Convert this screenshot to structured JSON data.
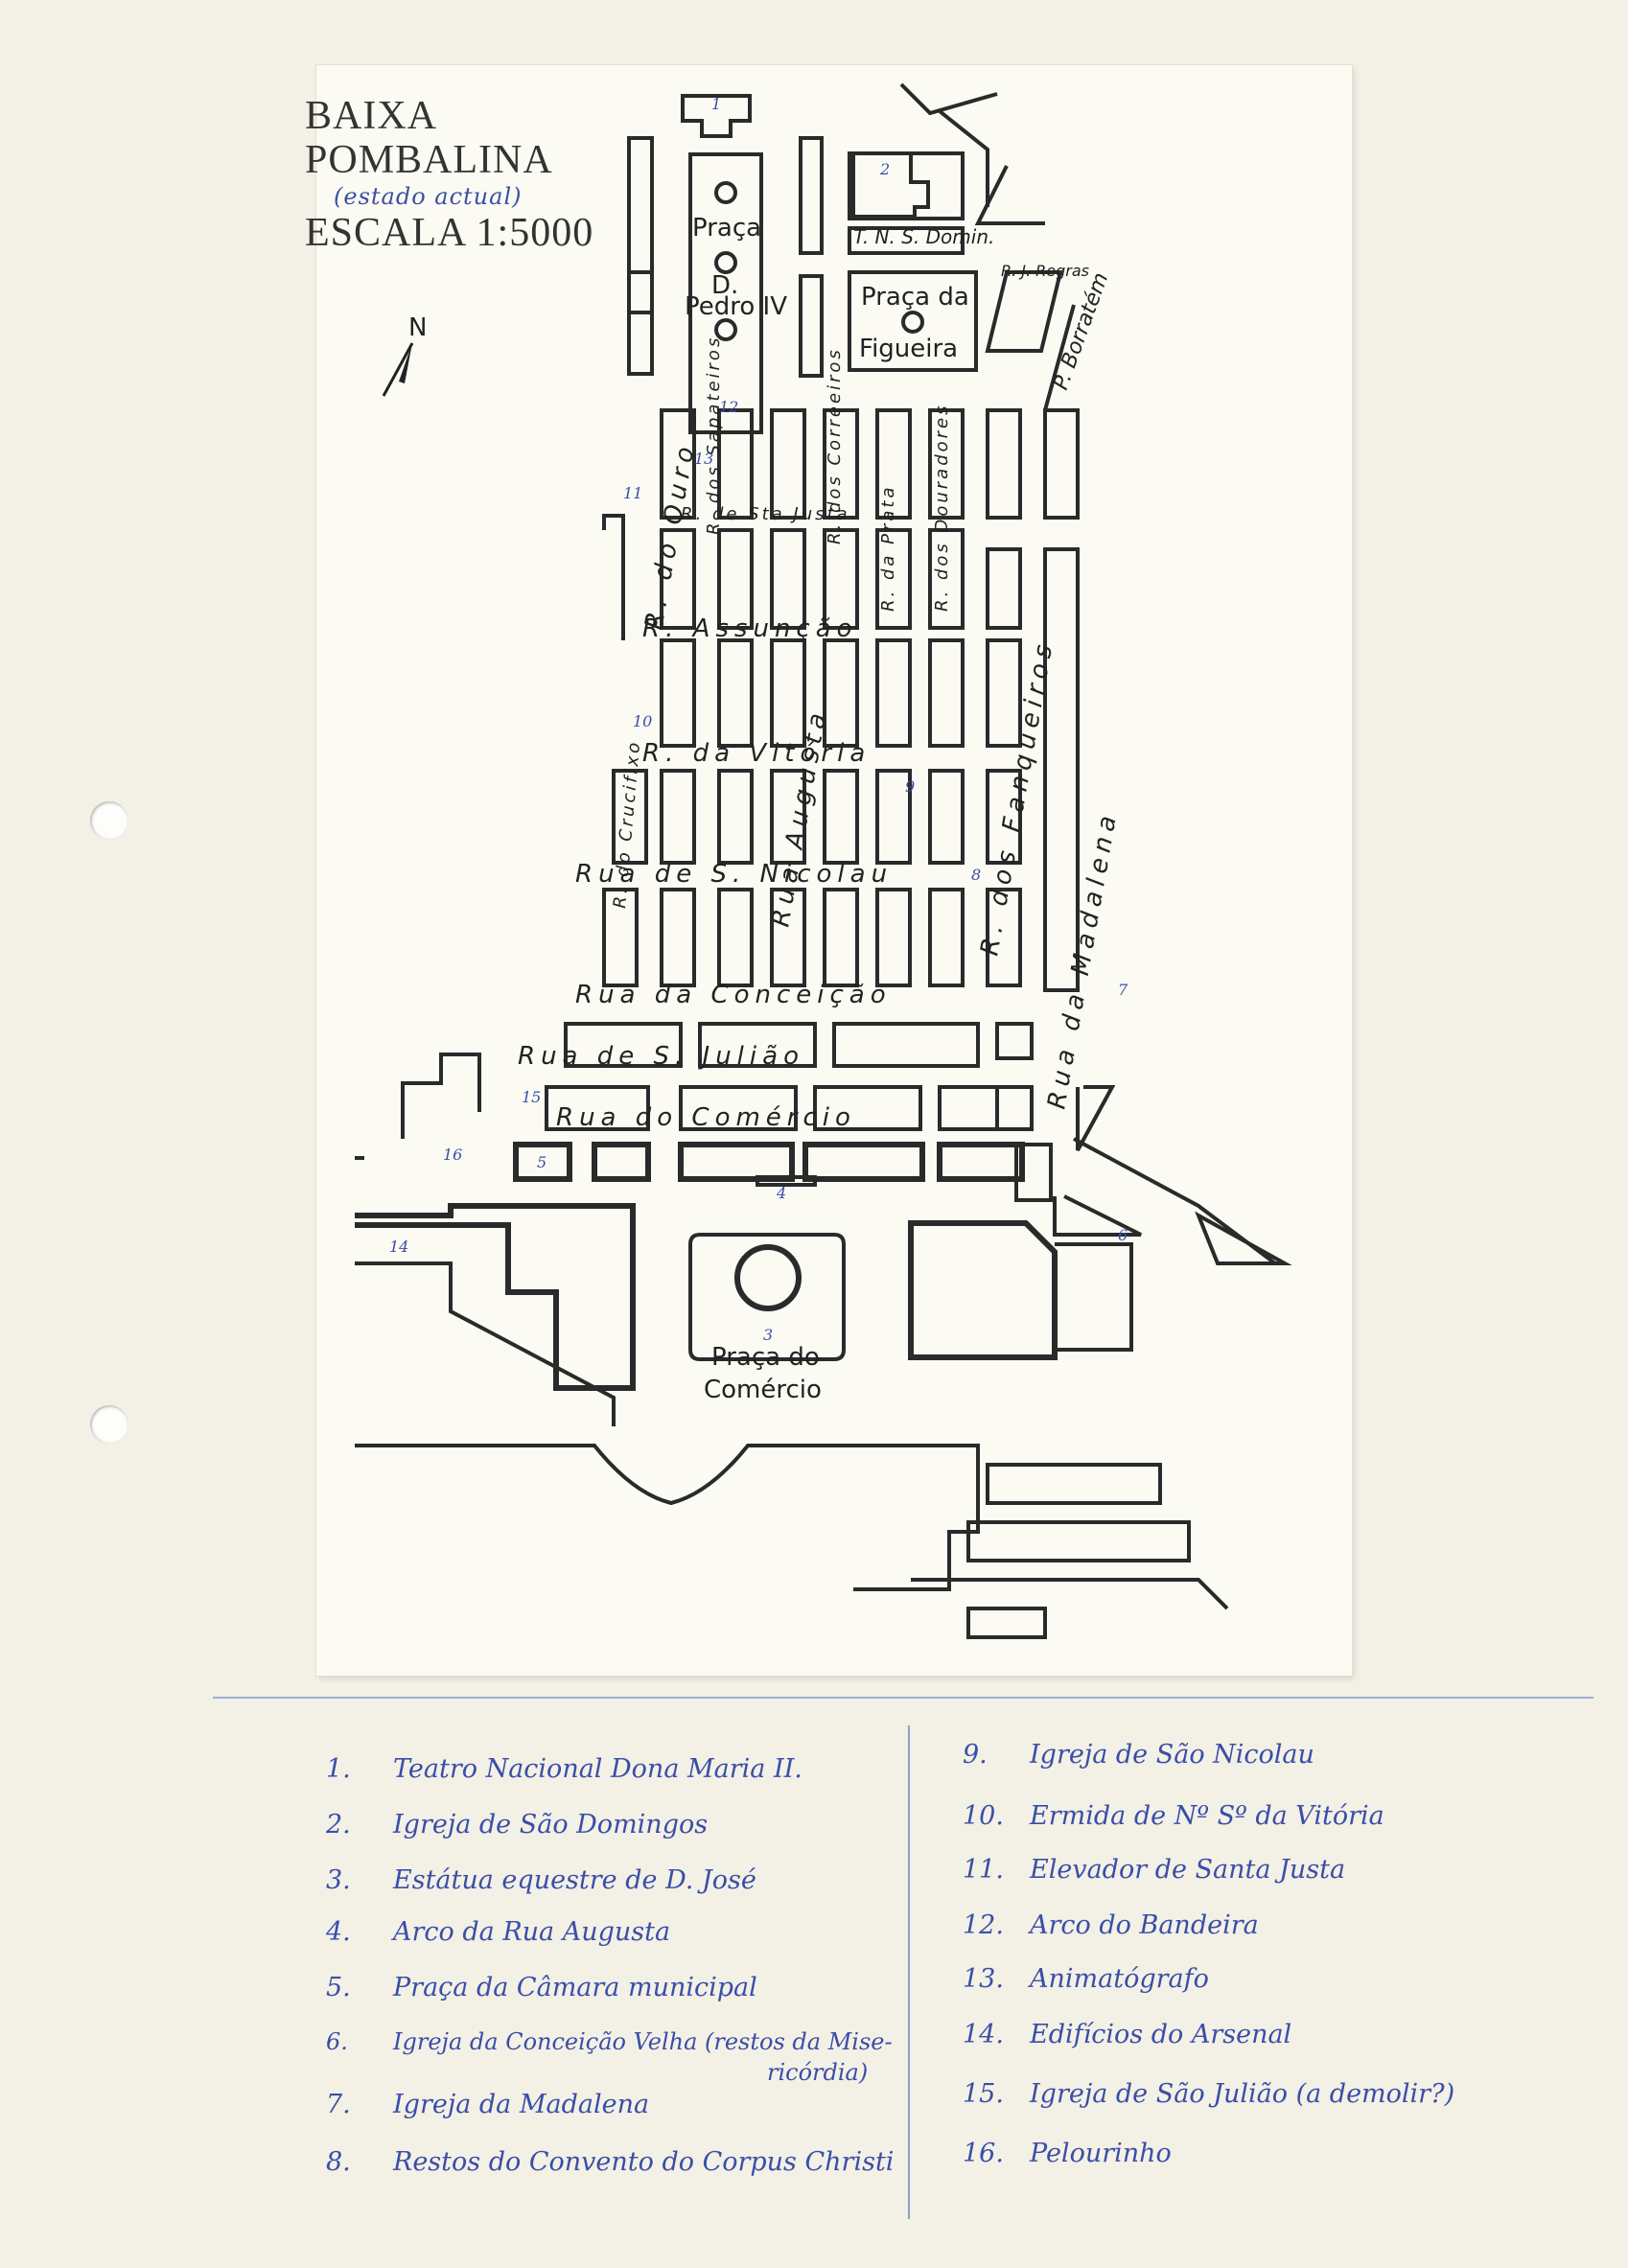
{
  "map": {
    "title_line1": "BAIXA",
    "title_line2": "POMBALINA",
    "title_note": "(estado actual)",
    "scale": "ESCALA 1:5000",
    "north": "N",
    "places": {
      "praca_pedro_1": "Praça",
      "praca_pedro_2": "D.",
      "praca_pedro_3": "Pedro IV",
      "tns_domin": "T. N. S. Domin.",
      "rj_regras": "R. J. Regras",
      "p_borratem": "P. Borratém",
      "figueira_1": "Praça da",
      "figueira_2": "Figueira",
      "comercio_1": "Praça do",
      "comercio_2": "Comércio"
    },
    "streets": {
      "r_sta_justa": "R. de Sta Justa",
      "r_assuncao": "R.          Assunção",
      "r_vitoria": "R.   da   Vitória",
      "rua_s_nicolau": "Rua   de   S.   Nicolau",
      "rua_conceicao": "Rua   da   Conceição",
      "rua_s_juliao": "Rua  de       S.        Julião",
      "rua_comercio": "Rua     do     Comércio",
      "r_ouro": "R.  do  Ouro",
      "r_sapateiros": "R. dos Sapateiros",
      "rua_augusta": "Rua  Augusta",
      "r_correeiros": "R. dos Correeiros",
      "r_prata": "R. da Prata",
      "r_douradores": "R. dos Douradores",
      "r_fanqueiros": "R. dos Fanqueiros",
      "rua_madalena": "Rua  da  Madalena",
      "r_crucifixo": "R. do Crucifixo"
    },
    "markers": [
      "1",
      "2",
      "3",
      "4",
      "5",
      "6",
      "7",
      "8",
      "9",
      "10",
      "11",
      "12",
      "13",
      "14",
      "15",
      "16"
    ]
  },
  "legend": {
    "left": [
      {
        "num": "1.",
        "text": "Teatro Nacional Dona Maria II."
      },
      {
        "num": "2.",
        "text": "Igreja de São Domingos"
      },
      {
        "num": "3.",
        "text": "Estátua equestre de D. José"
      },
      {
        "num": "4.",
        "text": "Arco da Rua Augusta"
      },
      {
        "num": "5.",
        "text": "Praça da Câmara municipal"
      },
      {
        "num": "6.",
        "text": "Igreja da Conceição Velha (restos da Mise-"
      },
      {
        "num": "",
        "text": "ricórdia)"
      },
      {
        "num": "7.",
        "text": "Igreja da Madalena"
      },
      {
        "num": "8.",
        "text": "Restos do Convento do Corpus Christi"
      }
    ],
    "right": [
      {
        "num": "9.",
        "text": "Igreja de São Nicolau"
      },
      {
        "num": "10.",
        "text": "Ermida de Nº Sº da Vitória"
      },
      {
        "num": "11.",
        "text": "Elevador de Santa Justa"
      },
      {
        "num": "12.",
        "text": "Arco do Bandeira"
      },
      {
        "num": "13.",
        "text": "Animatógrafo"
      },
      {
        "num": "14.",
        "text": "Edifícios do Arsenal"
      },
      {
        "num": "15.",
        "text": "Igreja de São Julião (a demolir?)"
      },
      {
        "num": "16.",
        "text": "Pelourinho"
      }
    ]
  }
}
